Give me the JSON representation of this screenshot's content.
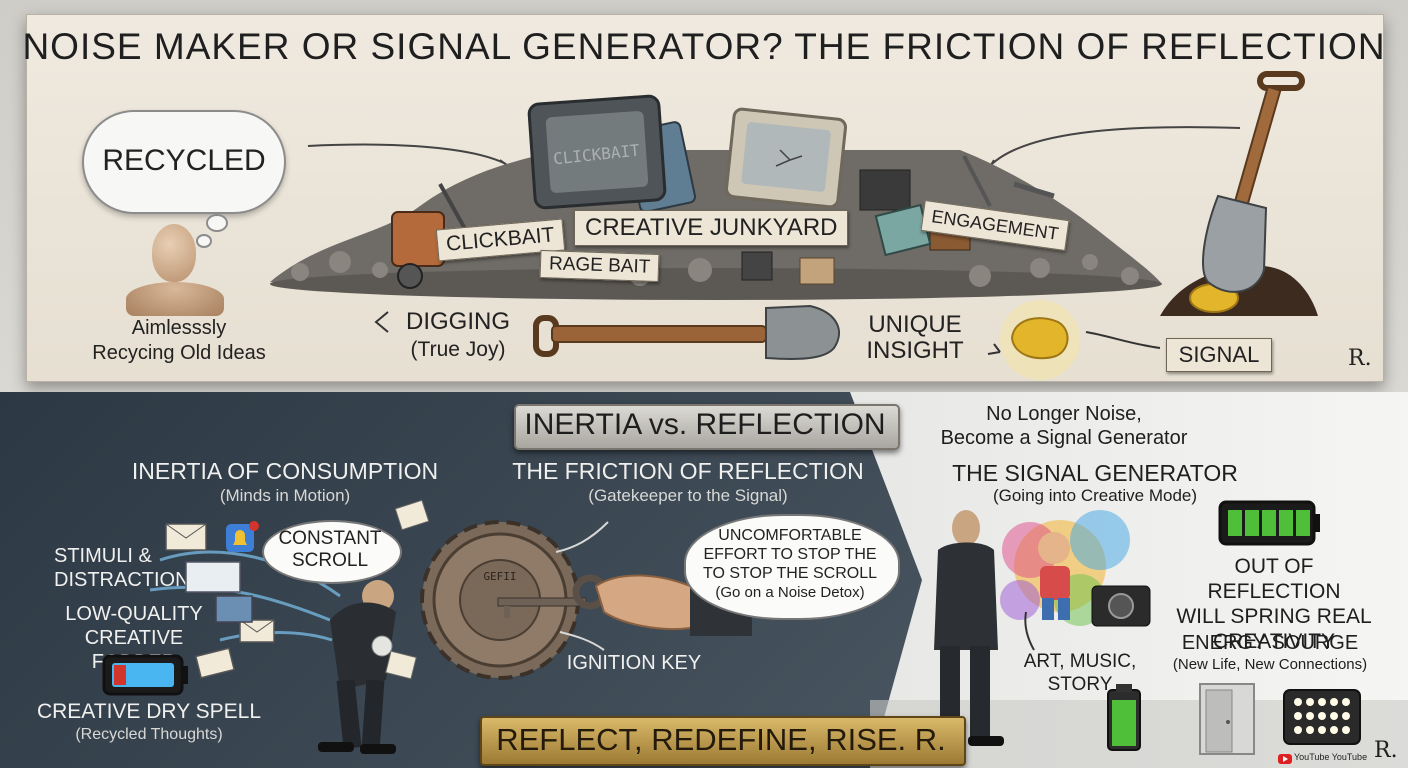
{
  "top": {
    "title": "NOISE MAKER OR SIGNAL GENERATOR? THE FRICTION OF REFLECTION",
    "thought_bubble": "RECYCLED",
    "caption_line1": "Aimlesssly",
    "caption_line2": "Recycing Old Ideas",
    "screen_clickbait": "CLICKBAIT",
    "labels": {
      "clickbait": "CLICKBAIT",
      "junkyard": "CREATIVE JUNKYARD",
      "rage_bait": "RAGE BAIT",
      "engagement": "ENGAGEMENT"
    },
    "digging_line1": "DIGGING",
    "digging_line2": "(True Joy)",
    "insight_line1": "UNIQUE",
    "insight_line2": "INSIGHT",
    "signal": "SIGNAL",
    "monogram": "R."
  },
  "bottom": {
    "plate_title": "INERTIA vs. REFLECTION",
    "inertia_title": "INERTIA OF CONSUMPTION",
    "inertia_sub": "(Minds in Motion)",
    "stimuli_line1": "STIMULI &",
    "stimuli_line2": "DISTRACTIONS",
    "fodder_line1": "LOW-QUALITY",
    "fodder_line2": "CREATIVE FODDER",
    "scroll_line1": "CONSTANT",
    "scroll_line2": "SCROLL",
    "dry_title": "CREATIVE DRY SPELL",
    "dry_sub": "(Recycled Thoughts)",
    "friction_title": "THE FRICTION OF REFLECTION",
    "friction_sub": "(Gatekeeper to the Signal)",
    "effort_line1": "UNCOMFORTABLE",
    "effort_line2": "EFFORT TO STOP THE",
    "effort_line3": "TO STOP THE SCROLL",
    "effort_line4": "(Go on a Noise Detox)",
    "gear_text": "GEFII",
    "ignition": "IGNITION KEY",
    "footer_plate": "REFLECT, REDEFINE, RISE. R.",
    "noise_line1": "No Longer Noise,",
    "noise_line2": "Become a Signal Generator",
    "generator_title": "THE SIGNAL GENERATOR",
    "generator_sub": "(Going into Creative Mode)",
    "creativity_line1": "OUT OF REFLECTION",
    "creativity_line2": "WILL SPRING REAL",
    "creativity_line3": "CREATIVITY",
    "energy_title": "ENERGY SOURGE",
    "energy_sub": "(New Life, New Connections)",
    "art_line1": "ART, MUSIC,",
    "art_line2": "STORY",
    "youtube": "YouTube YouTube",
    "monogram": "R."
  },
  "colors": {
    "banner": "#ebe5da",
    "dark_panel": "#36424d",
    "gold": "#e2b52b",
    "battery_green": "#4fbf3a",
    "battery_red": "#d2352b",
    "battery_blue": "#49b6f2"
  },
  "icons": [
    "mannequin-icon",
    "shovel-icon",
    "gold-nugget-icon",
    "gear-icon",
    "key-icon",
    "envelope-icon",
    "bell-icon",
    "battery-icon",
    "camera-icon",
    "door-icon",
    "led-panel-icon",
    "youtube-icon"
  ]
}
